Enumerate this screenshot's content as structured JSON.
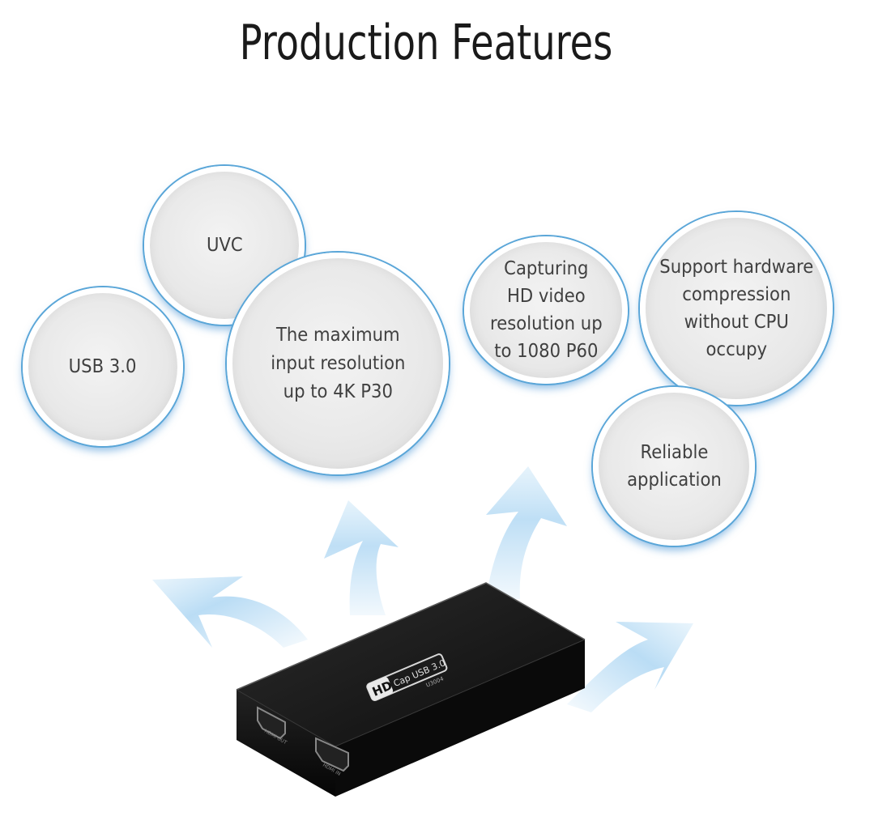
{
  "page": {
    "title": "Production Features"
  },
  "features": [
    {
      "id": "uvc",
      "lines": [
        "UVC"
      ]
    },
    {
      "id": "usb",
      "lines": [
        "USB 3.0"
      ]
    },
    {
      "id": "max",
      "lines": [
        "The maximum",
        "input resolution",
        "up to 4K P30"
      ]
    },
    {
      "id": "cap",
      "lines": [
        "Capturing",
        "HD video",
        "resolution up",
        "to 1080 P60"
      ]
    },
    {
      "id": "sup",
      "lines": [
        "Support hardware",
        "compression",
        "without CPU",
        "occupy"
      ]
    },
    {
      "id": "rel",
      "lines": [
        "Reliable",
        "application"
      ]
    }
  ],
  "device": {
    "badge": "HD",
    "label": "Cap USB 3.0",
    "model": "U3004",
    "port_left": "HDMI OUT",
    "port_right": "HDMI IN"
  },
  "colors": {
    "bubble_ring": "#5aa6d8",
    "arrow": "#a9d4f2",
    "device_body": "#151515"
  }
}
